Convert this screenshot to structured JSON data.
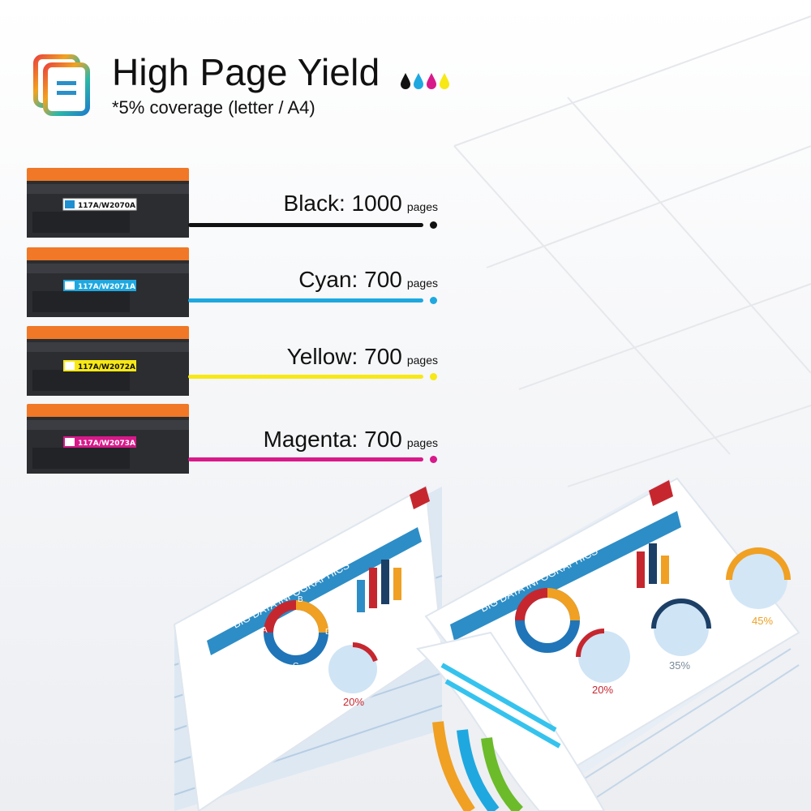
{
  "header": {
    "title": "High Page Yield",
    "subtitle": "*5% coverage (letter / A4)"
  },
  "colors": {
    "black": "#111111",
    "cyan": "#1fa8e0",
    "yellow": "#f7e816",
    "magenta": "#d8198a",
    "toner_orange": "#f07826"
  },
  "cartridges": [
    {
      "chip": "117A/W2070A",
      "name": "Black:",
      "value": "1000",
      "unit": "pages",
      "color": "#111111"
    },
    {
      "chip": "117A/W2071A",
      "name": "Cyan:",
      "value": "700",
      "unit": "pages",
      "color": "#1fa8e0"
    },
    {
      "chip": "117A/W2072A",
      "name": "Yellow:",
      "value": "700",
      "unit": "pages",
      "color": "#f7e816"
    },
    {
      "chip": "117A/W2073A",
      "name": "Magenta:",
      "value": "700",
      "unit": "pages",
      "color": "#d8198a"
    }
  ],
  "infographic": {
    "banner": "BIG DATA INFOGRAPHICS",
    "pct_a": "20%",
    "pct_b": "35%",
    "pct_c": "45%",
    "donut_letters": [
      "A",
      "B",
      "C",
      "D"
    ]
  }
}
